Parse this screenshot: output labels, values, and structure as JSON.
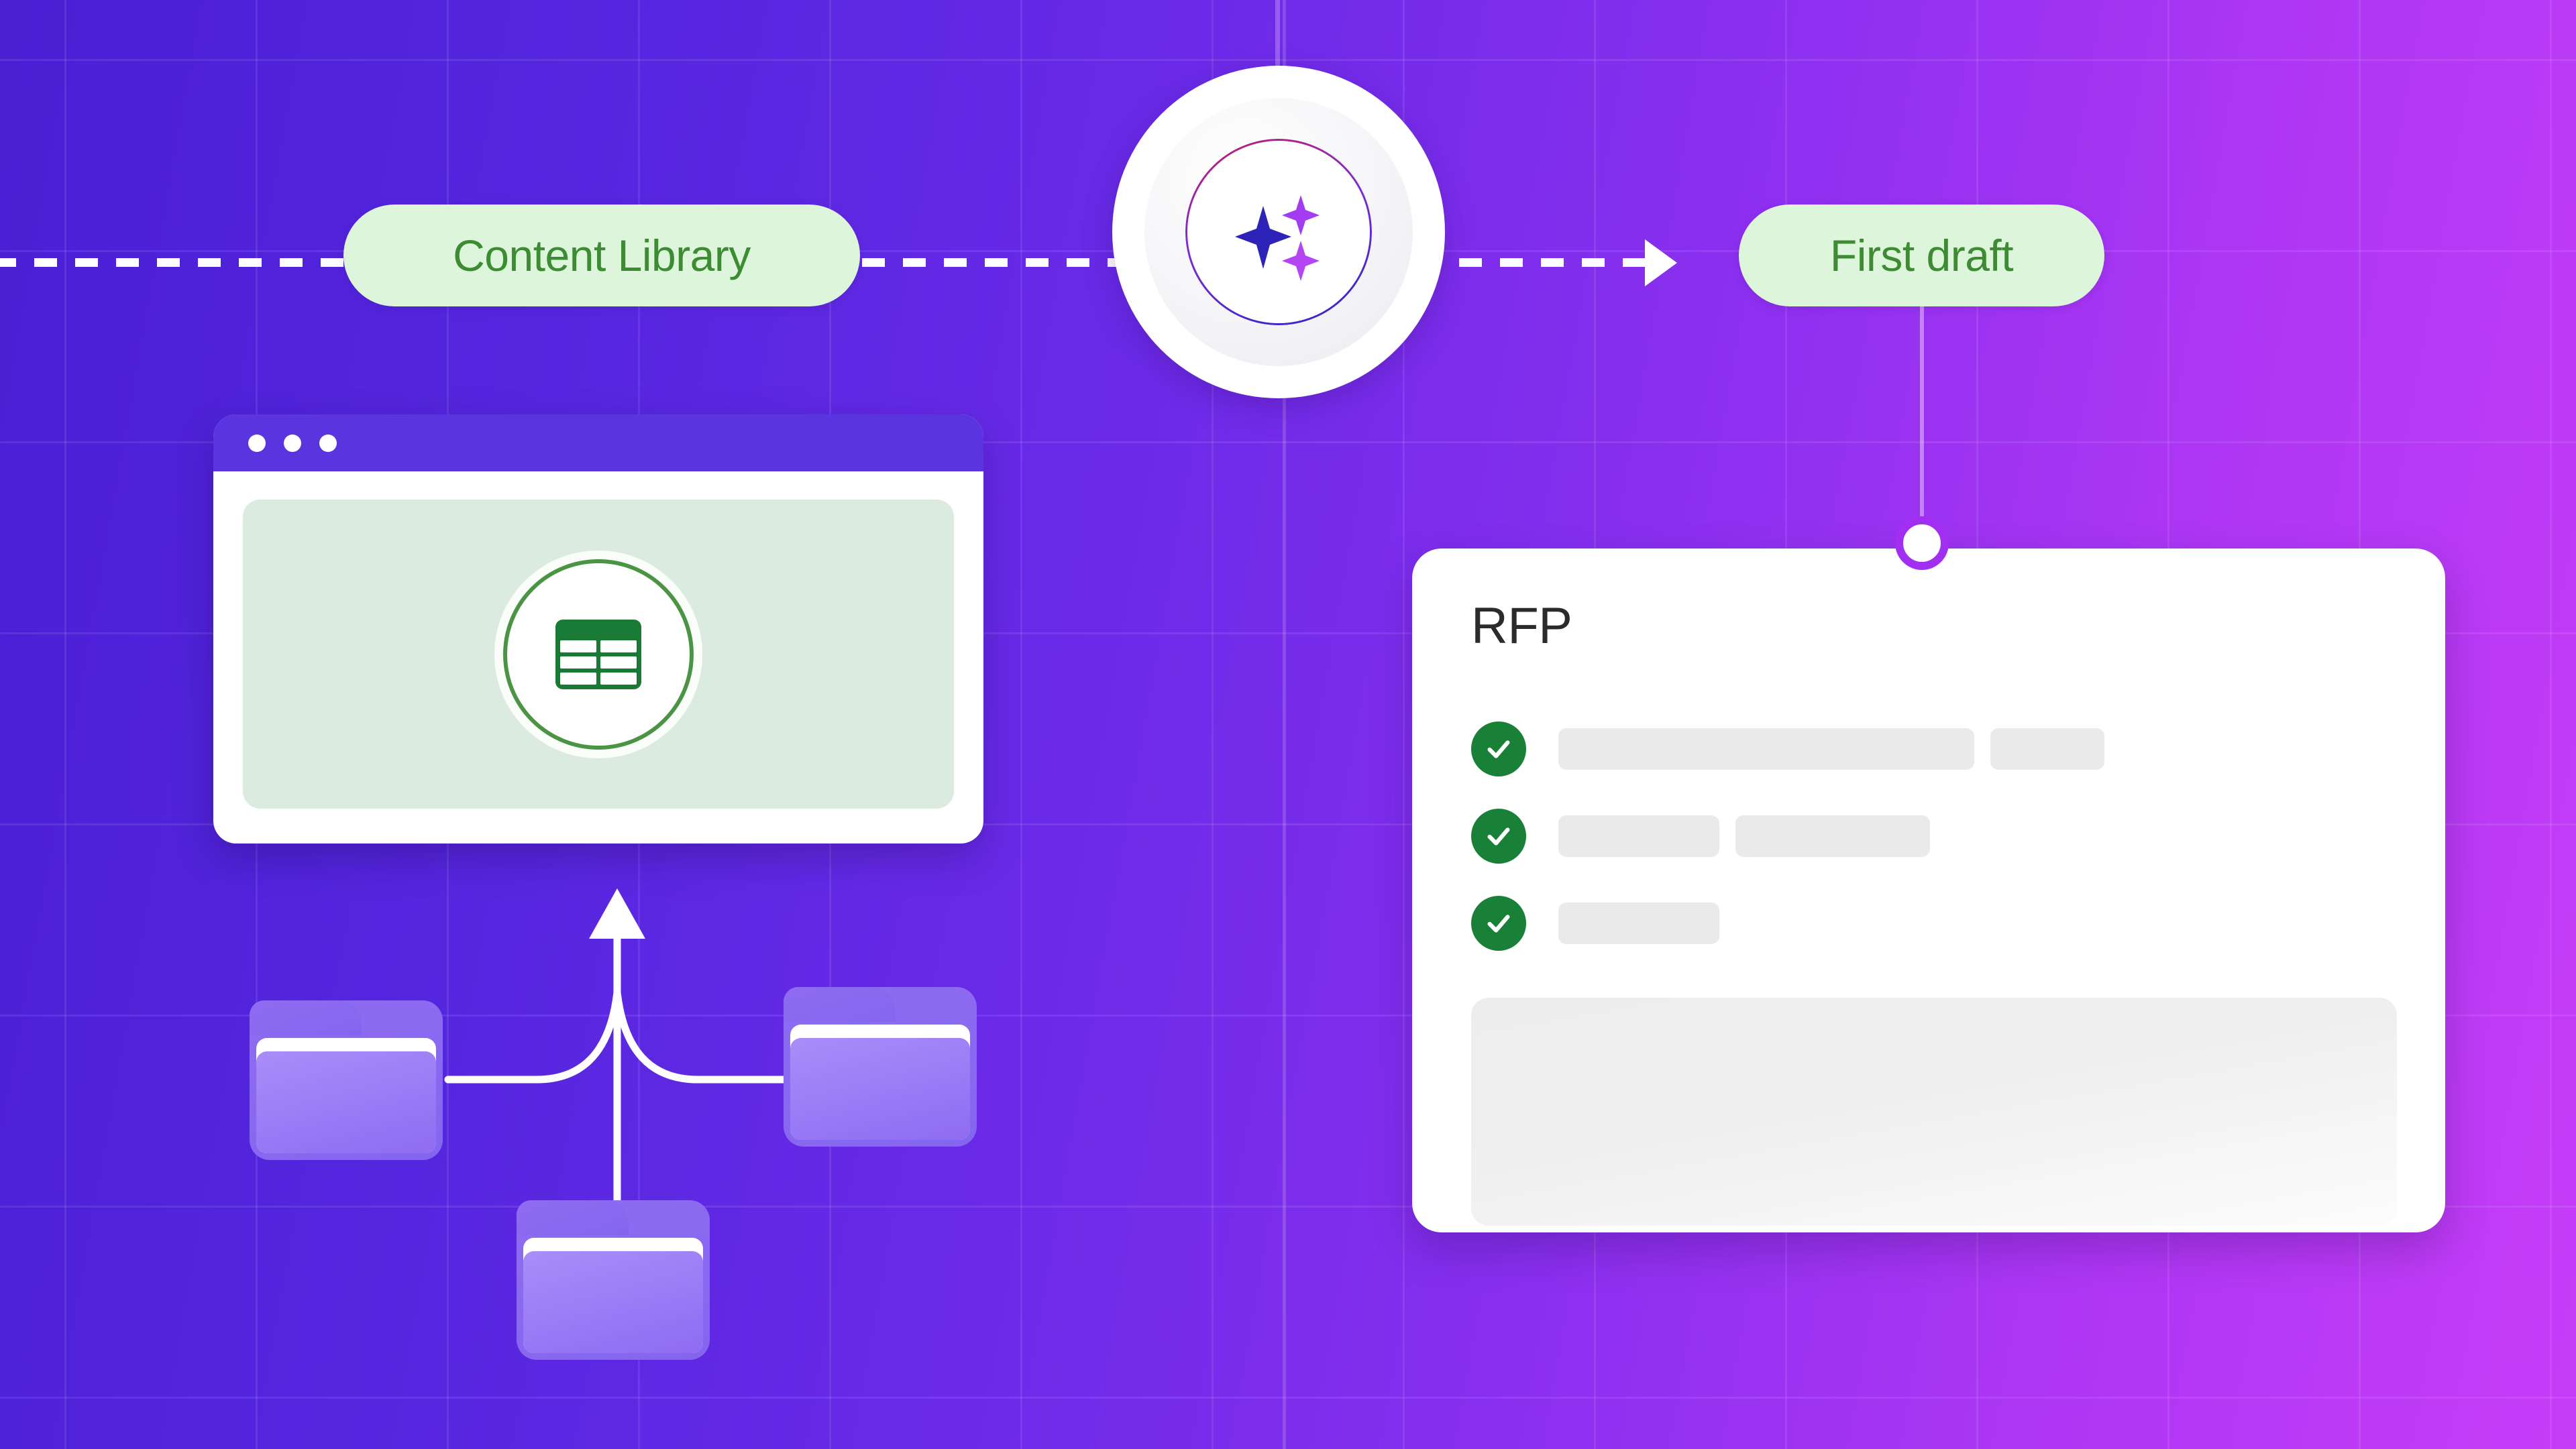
{
  "background": {
    "gradient_from": "#4A1FD4",
    "gradient_to": "#C63DF7",
    "grid_color": "rgba(255,255,255,0.085)"
  },
  "flow": {
    "step_one_label": "Content Library",
    "step_two_label": "First draft",
    "pill_bg": "#DDF5DB",
    "pill_text_color": "#3D8B33",
    "connector_style": "dashed",
    "connector_color": "#FFFFFF",
    "arrow_icon": "arrow-right-icon"
  },
  "ai_orb": {
    "icon": "ai-sparkles-icon",
    "ring_gradient_from": "#C31E6B",
    "ring_gradient_mid": "#7B2AD6",
    "ring_gradient_to": "#2A27C8",
    "sparkle_colors": [
      "#2E23B8",
      "#A33BF0",
      "#B445F2"
    ]
  },
  "browser_window": {
    "titlebar_color": "#5A34DE",
    "dots": [
      "window-dot",
      "window-dot",
      "window-dot"
    ],
    "panel_bg": "#DCEBDF",
    "app_icon": "spreadsheet-icon",
    "app_icon_color": "#187A34",
    "ring_color": "#4B9444"
  },
  "folders": {
    "icon": "folder-icon",
    "color": "#9A7BF6",
    "items": [
      {
        "name": "folder-left"
      },
      {
        "name": "folder-right"
      },
      {
        "name": "folder-mid"
      }
    ],
    "connector_color": "#FFFFFF",
    "arrow_icon": "arrow-up-icon"
  },
  "rfp_card": {
    "title": "RFP",
    "title_color": "#2B2B2B",
    "check_color": "#198038",
    "skeleton_color": "#EAEAEA",
    "rows": [
      {
        "checked": true,
        "bars": [
          620,
          170
        ]
      },
      {
        "checked": true,
        "bars": [
          240,
          290
        ]
      },
      {
        "checked": true,
        "bars": [
          240
        ]
      }
    ],
    "big_block": {
      "name": "content-placeholder-block"
    }
  },
  "connector": {
    "dot_fill": "#FFFFFF",
    "dot_ring": "#A12EF0"
  }
}
